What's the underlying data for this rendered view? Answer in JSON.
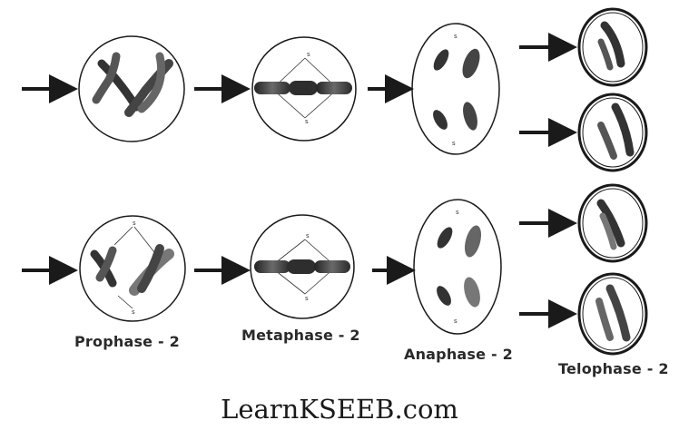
{
  "labels": {
    "prophase": "Prophase  - 2",
    "metaphase": "Metaphase - 2",
    "anaphase": "Anaphase  - 2",
    "telophase": "Telophase - 2"
  },
  "site": "LearnKSEEB.com",
  "cells": {
    "top_row": [
      "prophase",
      "metaphase",
      "anaphase",
      "telophase",
      "telophase"
    ],
    "bottom_row": [
      "prophase",
      "metaphase",
      "anaphase",
      "telophase",
      "telophase"
    ]
  },
  "colors": {
    "ink": "#1a1a1a",
    "chromosome": "#3a3a3a"
  }
}
